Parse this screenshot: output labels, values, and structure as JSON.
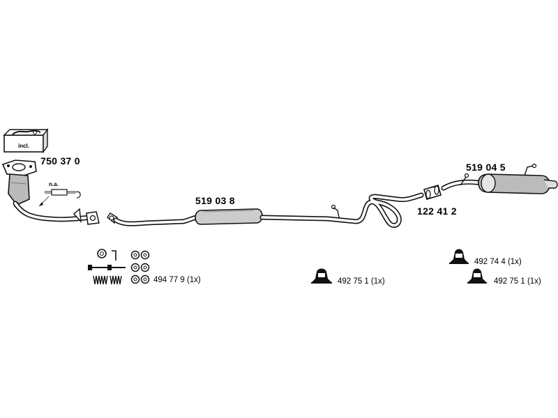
{
  "incl_label": "incl.",
  "na_label": "n.a.",
  "parts": {
    "catalytic": "750 37 0",
    "middle_silencer": "519 03 8",
    "rear_silencer": "519 04 5",
    "connector": "122 41 2"
  },
  "mounts": {
    "kit": "494 77 9 (1x)",
    "rubber_center": "492 75 1 (1x)",
    "rubber_right_upper": "492 74 4 (1x)",
    "rubber_right_lower": "492 75 1 (1x)"
  }
}
